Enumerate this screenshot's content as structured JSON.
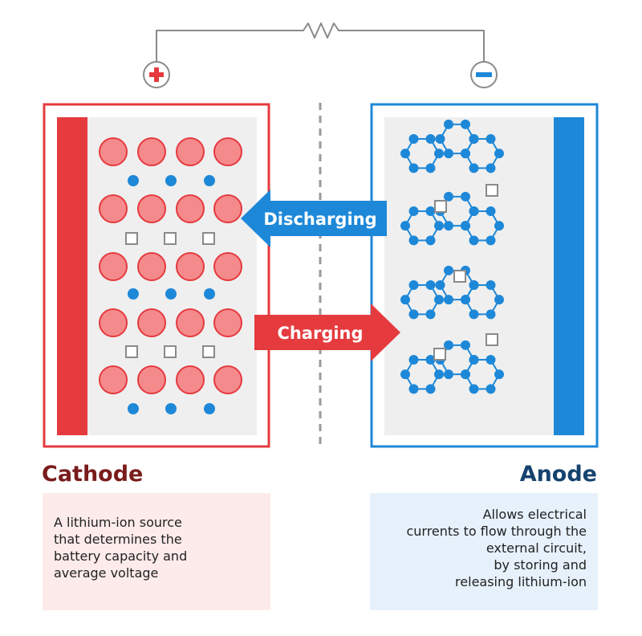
{
  "colors": {
    "cathode": "#e53a3e",
    "cathode_light": "#f48a8c",
    "cathode_title": "#7a1c1c",
    "anode": "#1e88d8",
    "anode_title": "#15436e",
    "grey_panel": "#efefef",
    "wire": "#8a8a8a"
  },
  "icons": {
    "positive": "plus-terminal-icon",
    "negative": "minus-terminal-icon",
    "resistor": "resistor-icon"
  },
  "arrows": {
    "discharging": "Discharging",
    "charging": "Charging"
  },
  "cathode": {
    "title": "Cathode",
    "description": [
      "A lithium-ion source",
      "that determines the",
      "battery capacity and",
      "average voltage"
    ]
  },
  "anode": {
    "title": "Anode",
    "description": [
      "Allows electrical",
      "currents to flow through the",
      "external circuit,",
      "by storing and",
      "releasing lithium-ion"
    ]
  }
}
